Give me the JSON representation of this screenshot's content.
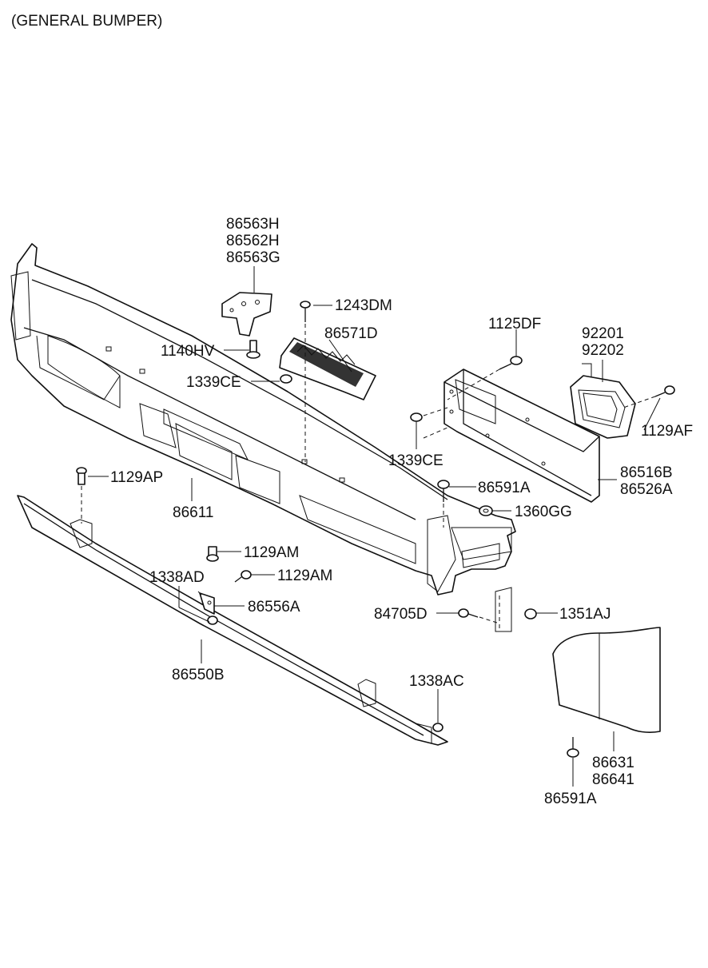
{
  "title": "(GENERAL BUMPER)",
  "labels": {
    "l86563H": "86563H",
    "l86562H": "86562H",
    "l86563G": "86563G",
    "l1243DM": "1243DM",
    "l86571D": "86571D",
    "l1140HV": "1140HV",
    "l1339CE_a": "1339CE",
    "l1125DF": "1125DF",
    "l92201": "92201",
    "l92202": "92202",
    "l1129AF": "1129AF",
    "l1339CE_b": "1339CE",
    "l86516B": "86516B",
    "l86526A": "86526A",
    "l1129AP": "1129AP",
    "l86611": "86611",
    "l86591A_a": "86591A",
    "l1360GG": "1360GG",
    "l1129AM_a": "1129AM",
    "l1338AD": "1338AD",
    "l1129AM_b": "1129AM",
    "l86556A": "86556A",
    "l84705D": "84705D",
    "l1351AJ": "1351AJ",
    "l86550B": "86550B",
    "l1338AC": "1338AC",
    "l86631": "86631",
    "l86641": "86641",
    "l86591A_b": "86591A"
  }
}
